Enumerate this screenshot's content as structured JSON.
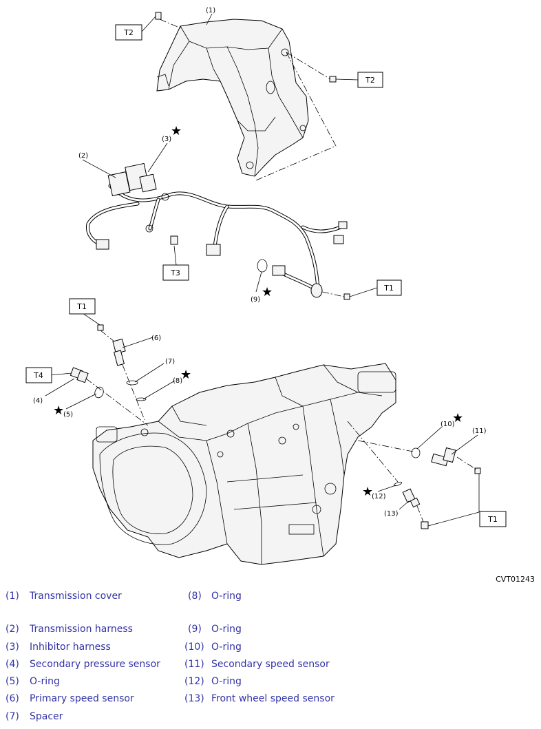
{
  "diagram": {
    "callouts": [
      "(1)",
      "(2)",
      "(3)",
      "(4)",
      "(5)",
      "(6)",
      "(7)",
      "(8)",
      "(9)",
      "(10)",
      "(11)",
      "(12)",
      "(13)"
    ],
    "torque_tags": [
      "T2",
      "T2",
      "T3",
      "T1",
      "T1",
      "T4",
      "T1"
    ],
    "star": "★",
    "code": "CVT01243"
  },
  "legend": {
    "left": [
      {
        "num": "(1)",
        "text": "Transmission cover"
      },
      {
        "num": "(2)",
        "text": "Transmission harness"
      },
      {
        "num": "(3)",
        "text": "Inhibitor harness"
      },
      {
        "num": "(4)",
        "text": "Secondary pressure sensor"
      },
      {
        "num": "(5)",
        "text": "O-ring"
      },
      {
        "num": "(6)",
        "text": "Primary speed sensor"
      },
      {
        "num": "(7)",
        "text": "Spacer"
      }
    ],
    "right": [
      {
        "num": "(8)",
        "text": "O-ring"
      },
      {
        "num": "(9)",
        "text": "O-ring"
      },
      {
        "num": "(10)",
        "text": "O-ring"
      },
      {
        "num": "(11)",
        "text": "Secondary speed sensor"
      },
      {
        "num": "(12)",
        "text": "O-ring"
      },
      {
        "num": "(13)",
        "text": "Front wheel speed sensor"
      }
    ]
  }
}
